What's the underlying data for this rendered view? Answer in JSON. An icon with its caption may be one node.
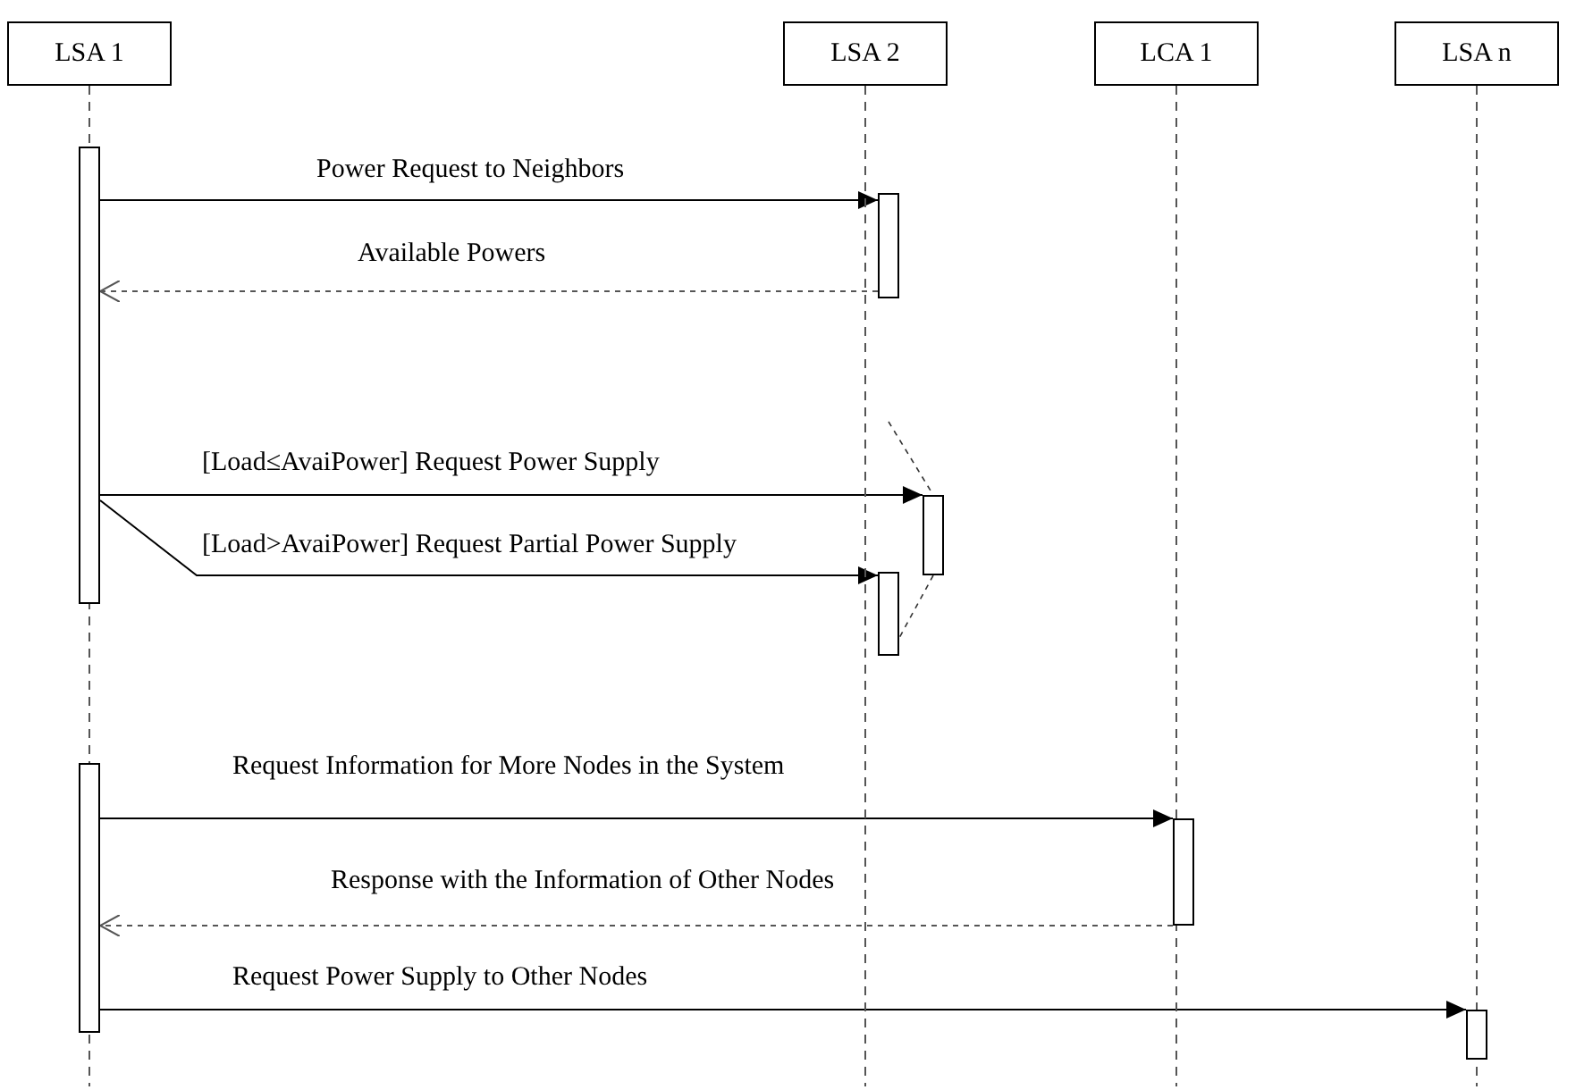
{
  "diagram": {
    "nodes": [
      {
        "text": [
          "LSA 1"
        ]
      },
      {
        "text": [
          "LSA 2"
        ]
      },
      {
        "text": [
          "LCA 1"
        ]
      },
      {
        "text": [
          "LSA n"
        ]
      },
      {
        "text": [],
        "shape": "bar"
      },
      {
        "text": [],
        "shape": "bar"
      },
      {
        "text": [],
        "shape": "bar"
      },
      {
        "text": [],
        "shape": "bar"
      },
      {
        "text": [],
        "shape": "bar"
      },
      {
        "text": [],
        "shape": "bar"
      },
      {
        "text": [],
        "shape": "bar"
      }
    ],
    "edges": [
      {
        "from": 4,
        "to": 6,
        "arrow": "to",
        "label": "Power Request to Neighbors"
      },
      {
        "from": 6,
        "to": 4,
        "arrow": "to",
        "label": "Available Powers",
        "style": "dashed"
      },
      {
        "from": 4,
        "to": 7,
        "arrow": "to",
        "label": "[Load≤AvaiPower] Request Power Supply"
      },
      {
        "from": 4,
        "to": 8,
        "arrow": "to",
        "label": "[Load>AvaiPower] Request Partial Power Supply"
      },
      {
        "from": 5,
        "to": 9,
        "arrow": "to",
        "label": "Request Information for More Nodes in the System"
      },
      {
        "from": 9,
        "to": 5,
        "arrow": "to",
        "label": "Response with the Information of Other Nodes",
        "style": "dashed"
      },
      {
        "from": 5,
        "to": 10,
        "arrow": "to",
        "label": "Request Power Supply to Other Nodes"
      },
      {
        "from": 0,
        "to": null,
        "arrow": "none",
        "style": "dashed"
      },
      {
        "from": 1,
        "to": null,
        "arrow": "none",
        "style": "dashed"
      },
      {
        "from": 2,
        "to": null,
        "arrow": "none",
        "style": "dashed"
      },
      {
        "from": 3,
        "to": null,
        "arrow": "none",
        "style": "dashed"
      }
    ]
  }
}
